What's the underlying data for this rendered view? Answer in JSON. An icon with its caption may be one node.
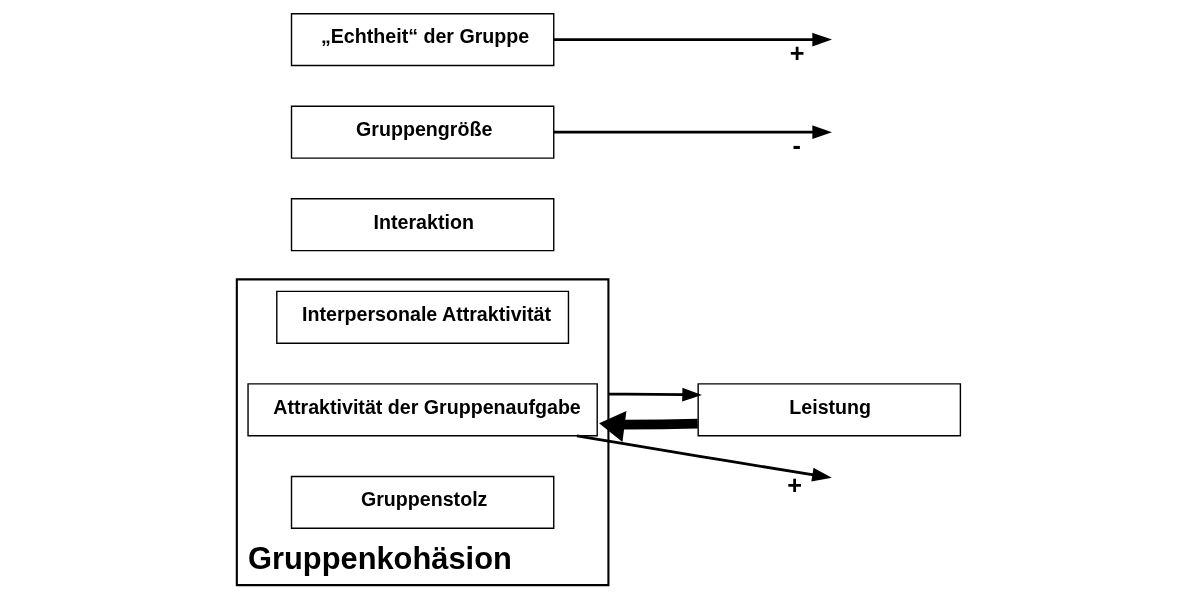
{
  "diagram": {
    "nodes": [
      {
        "text": [
          "Gruppenkohäsion"
        ]
      },
      {
        "text": [
          "Interpersonale Attraktivität"
        ],
        "in": 0
      },
      {
        "text": [
          "Attraktivität der Gruppenaufgabe"
        ],
        "in": 0
      },
      {
        "text": [
          "Gruppenstolz"
        ],
        "in": 0
      },
      {
        "text": [
          "Leistung"
        ]
      },
      {
        "text": [
          "Interaktion"
        ]
      },
      {
        "text": [
          "Gruppengröße"
        ]
      },
      {
        "text": [
          "„Echtheit“ der Gruppe"
        ]
      }
    ],
    "edges": [
      {
        "from": 4,
        "to": 0,
        "arrow": "to",
        "style": "thick"
      },
      {
        "from": 0,
        "to": 4,
        "arrow": "to"
      },
      {
        "from": 2,
        "to": null,
        "arrow": "to",
        "label": "+"
      },
      {
        "from": 6,
        "to": null,
        "arrow": "to",
        "label": "-"
      },
      {
        "from": 7,
        "to": null,
        "arrow": "to",
        "label": "+"
      }
    ]
  }
}
